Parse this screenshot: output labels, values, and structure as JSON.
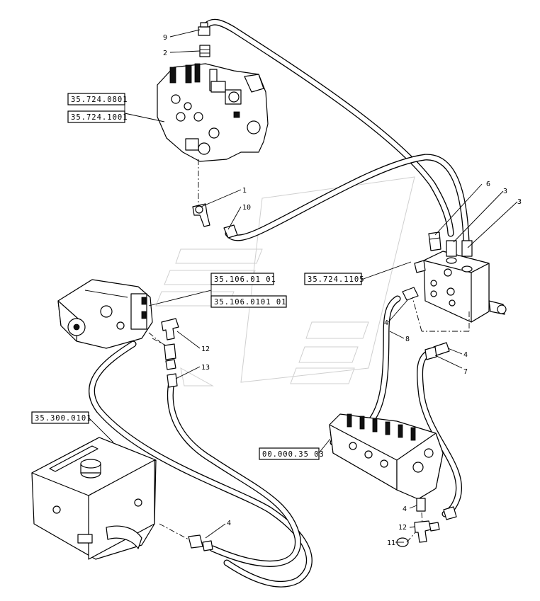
{
  "references": {
    "ref1": "35.724.0801",
    "ref2": "35.724.1001",
    "ref3": "35.106.01 01",
    "ref4": "35.106.0101 01",
    "ref5": "35.724.1105",
    "ref6": "35.300.0101",
    "ref7": "00.000.35 03"
  },
  "callouts": {
    "c9": "9",
    "c2": "2",
    "c1": "1",
    "c10": "10",
    "c6": "6",
    "c3a": "3",
    "c3b": "3",
    "c4a": "4",
    "c8": "8",
    "c4b": "4",
    "c7": "7",
    "c12a": "12",
    "c13": "13",
    "c4c": "4",
    "c4d": "4",
    "c12b": "12",
    "c11": "11"
  }
}
